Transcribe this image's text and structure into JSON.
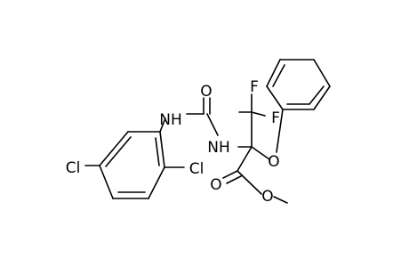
{
  "molecule": {
    "atoms": {
      "o_carbonyl_top": "O",
      "nh_urea_left": "NH",
      "nh_urea_center": "NH",
      "f_top": "F",
      "f_right": "F",
      "o_phenoxy": "O",
      "cl_left": "Cl",
      "cl_right": "Cl",
      "o_ester_carbonyl": "O",
      "o_ester": "O"
    }
  }
}
